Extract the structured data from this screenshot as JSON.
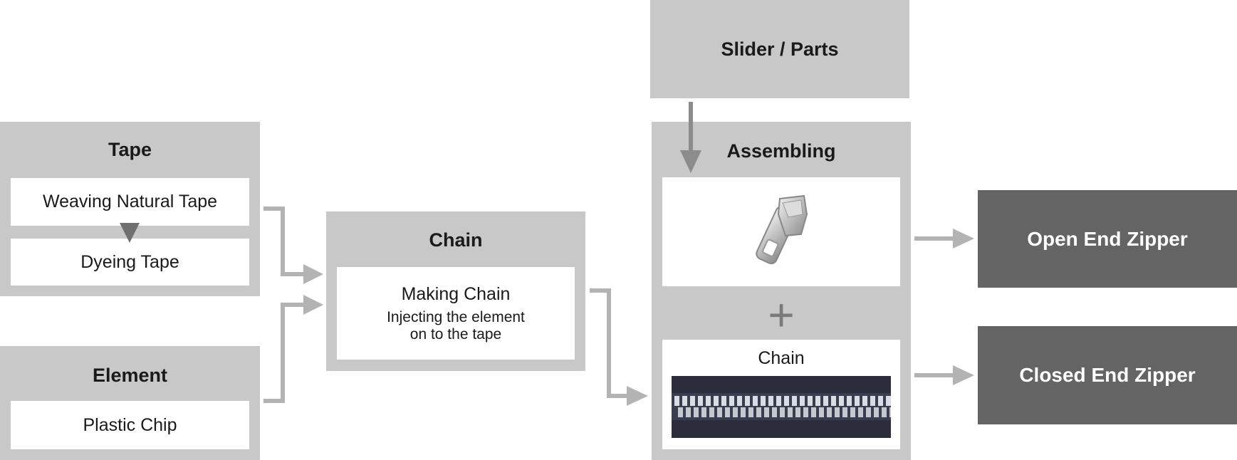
{
  "tape": {
    "title": "Tape",
    "step1": "Weaving Natural Tape",
    "step2": "Dyeing Tape"
  },
  "element": {
    "title": "Element",
    "item": "Plastic Chip"
  },
  "chain": {
    "title": "Chain",
    "step": "Making Chain",
    "desc_line1": "Injecting the element",
    "desc_line2": "on to the tape"
  },
  "slider": {
    "title": "Slider / Parts"
  },
  "assembling": {
    "title": "Assembling",
    "plus": "+",
    "chain_label": "Chain"
  },
  "outputs": {
    "open_end": "Open End Zipper",
    "closed_end": "Closed End Zipper"
  },
  "colors": {
    "panel": "#c8c8c8",
    "output": "#646464",
    "arrow": "#b3b3b3",
    "arrow_dark": "#8c8c8c"
  }
}
